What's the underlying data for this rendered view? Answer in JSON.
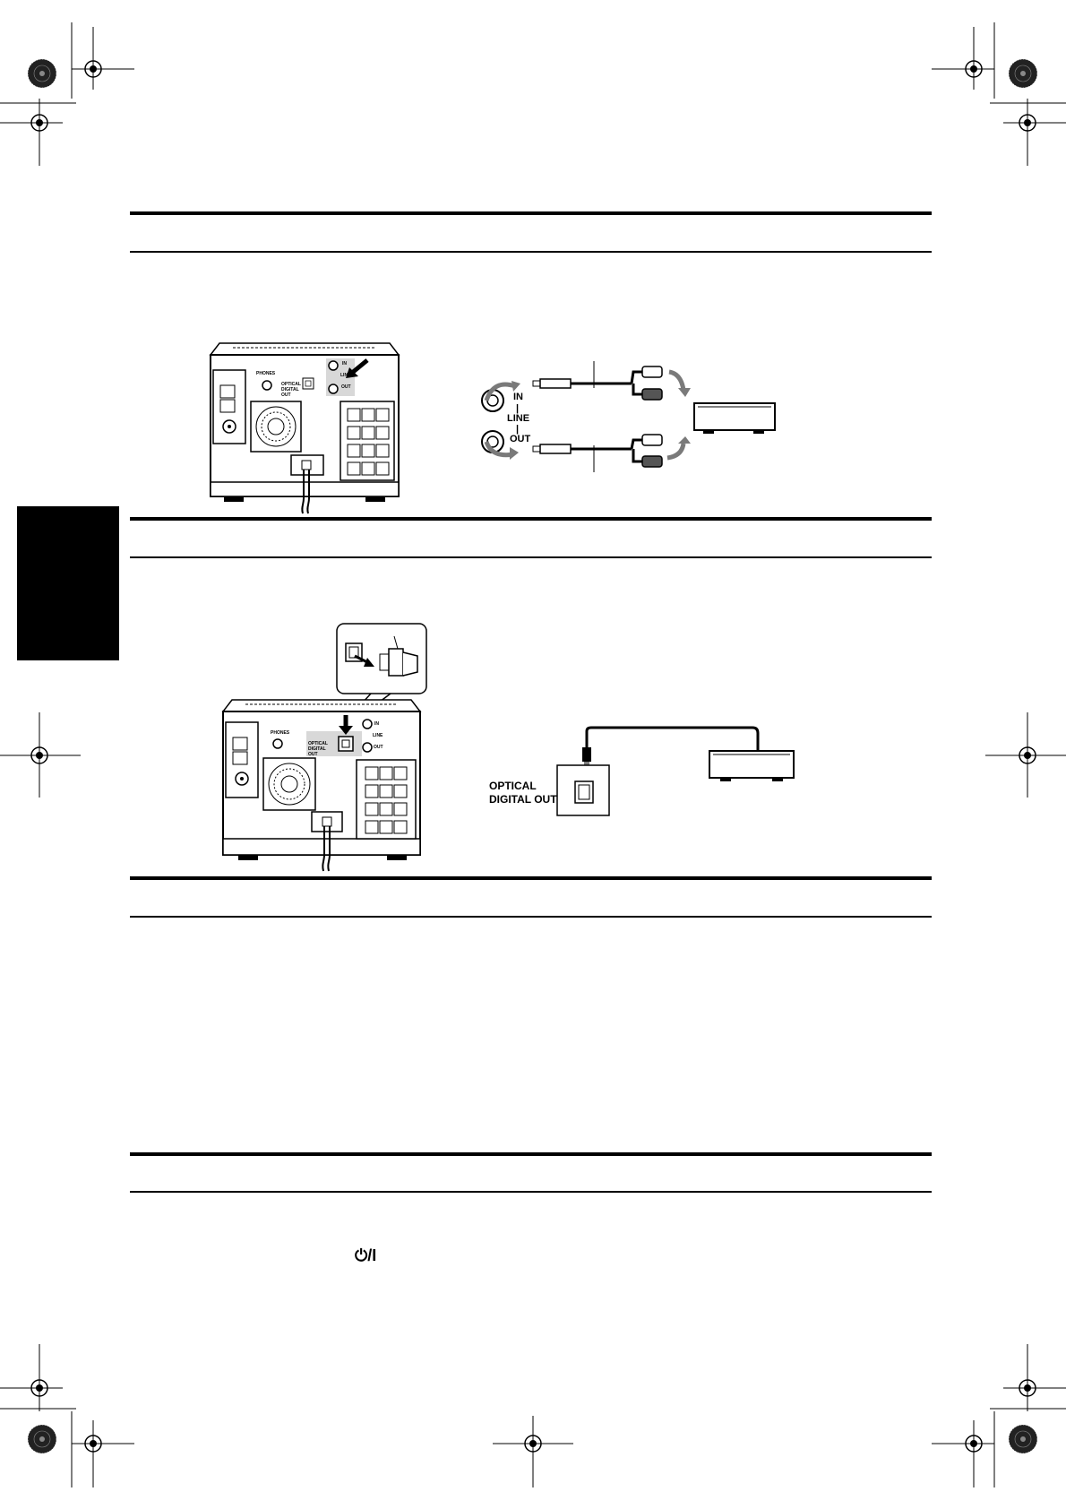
{
  "diagram1": {
    "labels": {
      "in": "IN",
      "line": "LINE",
      "out": "OUT",
      "phones": "PHONES",
      "optical_small": "OPTICAL DIGITAL OUT",
      "unit_in": "IN",
      "unit_line": "LINE",
      "unit_out": "OUT"
    }
  },
  "diagram2": {
    "labels": {
      "optical_out": "OPTICAL DIGITAL OUT",
      "phones": "PHONES",
      "optical_small": "OPTICAL DIGITAL OUT",
      "unit_in": "IN",
      "unit_line": "LINE",
      "unit_out": "OUT"
    }
  },
  "power_symbol": "⏻/I",
  "colors": {
    "ink": "#000000",
    "highlight": "#d8d8d8",
    "arrow_gray": "#7a7a7a"
  }
}
